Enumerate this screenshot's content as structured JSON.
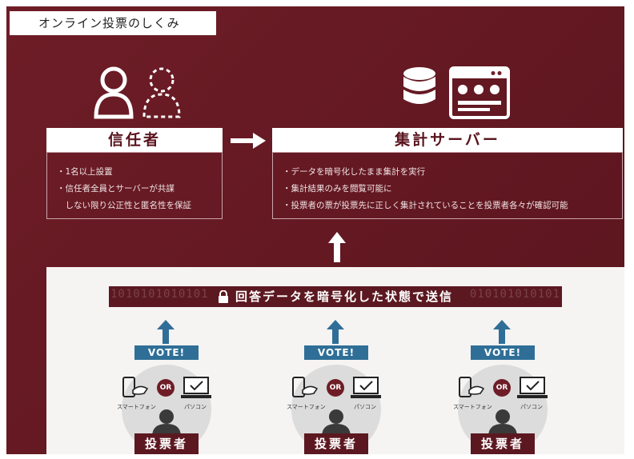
{
  "title": "オンライン投票のしくみ",
  "trustee": {
    "header": "信任者",
    "bullets": [
      "・1名以上設置",
      "・信任者全員とサーバーが共謀",
      "　しない限り公正性と匿名性を保証"
    ]
  },
  "server": {
    "header": "集計サーバー",
    "bullets": [
      "・データを暗号化したまま集計を実行",
      "・集計結果のみを閲覧可能に",
      "・投票者の票が投票先に正しく集計されていることを投票者各々が確認可能"
    ]
  },
  "banner": {
    "text": "回答データを暗号化した状態で送信",
    "binary_left": "1010101010101",
    "binary_right": "010101010101"
  },
  "voters": [
    {
      "vote": "VOTE!",
      "or": "OR",
      "phone": "スマートフォン",
      "pc": "パソコン",
      "label": "投票者"
    },
    {
      "vote": "VOTE!",
      "or": "OR",
      "phone": "スマートフォン",
      "pc": "パソコン",
      "label": "投票者"
    },
    {
      "vote": "VOTE!",
      "or": "OR",
      "phone": "スマートフォン",
      "pc": "パソコン",
      "label": "投票者"
    }
  ],
  "colors": {
    "maroon": "#6e1d27",
    "blue": "#2f6f97"
  }
}
